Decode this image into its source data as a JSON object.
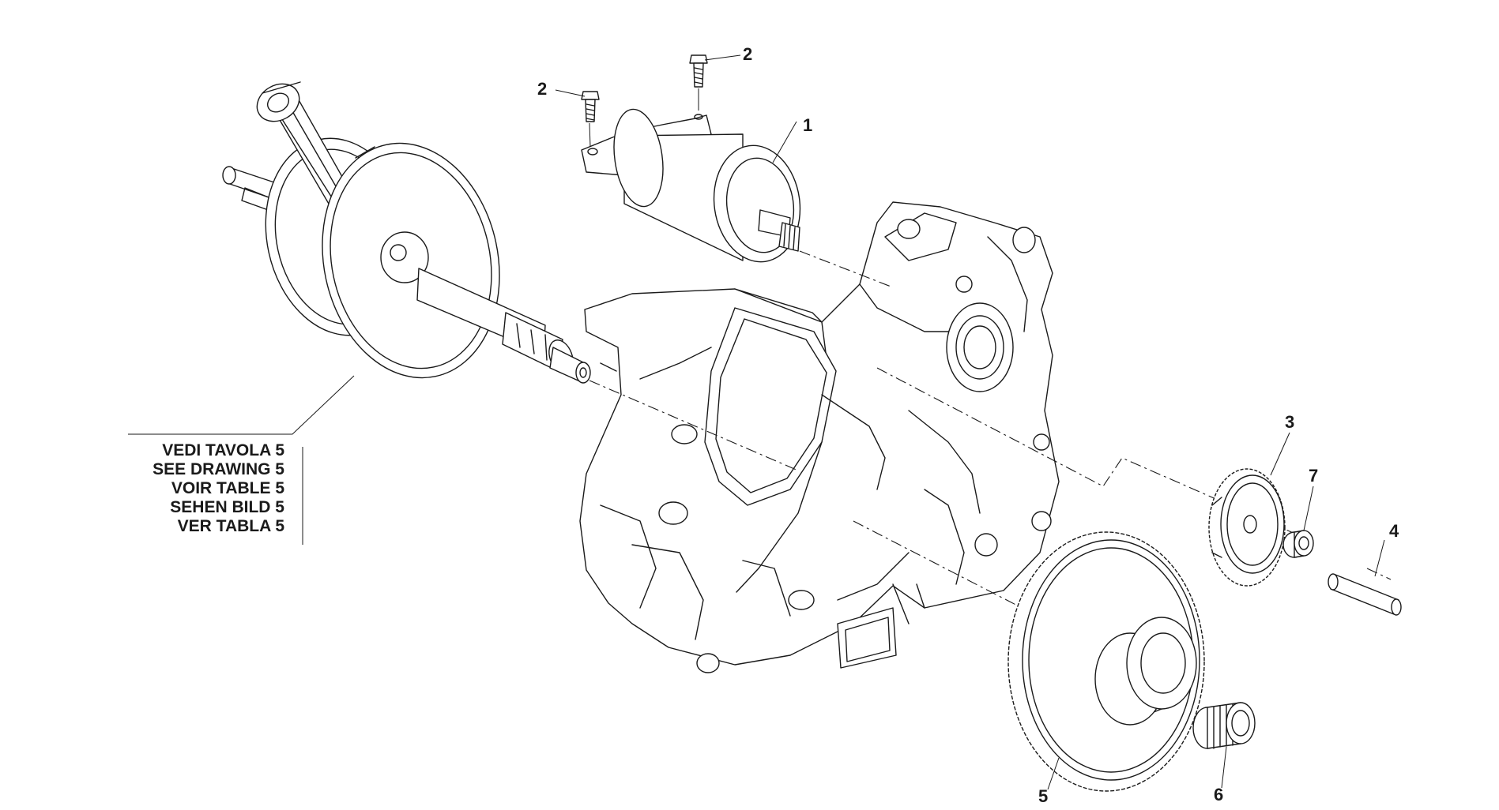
{
  "callouts": {
    "starter_motor": "1",
    "screw_left": "2",
    "screw_right": "2",
    "small_gear": "3",
    "pin": "4",
    "large_gear": "5",
    "needle_bearing": "6",
    "spacer": "7"
  },
  "reference_note": [
    "VEDI TAVOLA 5",
    "SEE DRAWING 5",
    "VOIR TABLE 5",
    "SEHEN BILD 5",
    "VER TABLA 5"
  ]
}
